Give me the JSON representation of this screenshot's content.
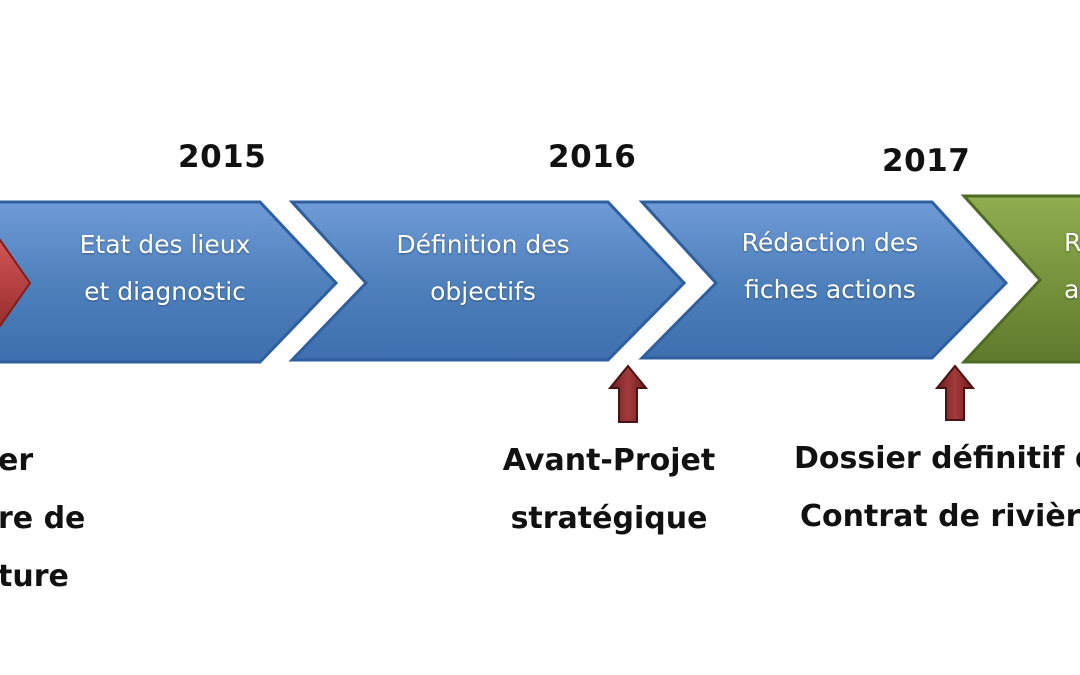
{
  "years": [
    "2015",
    "2016",
    "2017"
  ],
  "stages": [
    {
      "line1": "",
      "line2": "",
      "color": "#b83a3a"
    },
    {
      "line1": "Etat des lieux",
      "line2": "et diagnostic",
      "color": "#4f81bd"
    },
    {
      "line1": "Définition des",
      "line2": "objectifs",
      "color": "#4f81bd"
    },
    {
      "line1": "Rédaction des",
      "line2": "fiches actions",
      "color": "#4f81bd"
    },
    {
      "line1": "R",
      "line2": "a",
      "color": "#76923c"
    }
  ],
  "milestones": {
    "left": [
      "er",
      "re de",
      "ture"
    ],
    "avant_projet": [
      "Avant-Projet",
      "stratégique"
    ],
    "dossier": [
      "Dossier définitif d",
      "Contrat de rivière"
    ]
  },
  "colors": {
    "blue": "#4f81bd",
    "blue_border": "#2f5f9e",
    "green": "#76923c",
    "red": "#b83a3a",
    "arrow": "#8b2a2a"
  }
}
